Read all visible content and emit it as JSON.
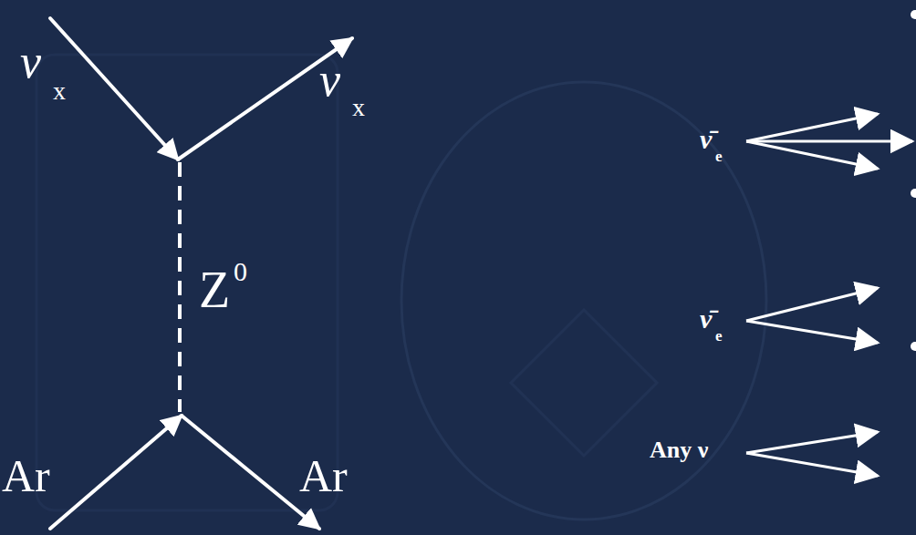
{
  "diagram": {
    "labels": [
      "ν",
      "x",
      "ν",
      "x",
      "Z",
      "0",
      "Ar",
      "Ar",
      "ν̄",
      "e",
      "ν̄",
      "e",
      "Any ν"
    ]
  }
}
